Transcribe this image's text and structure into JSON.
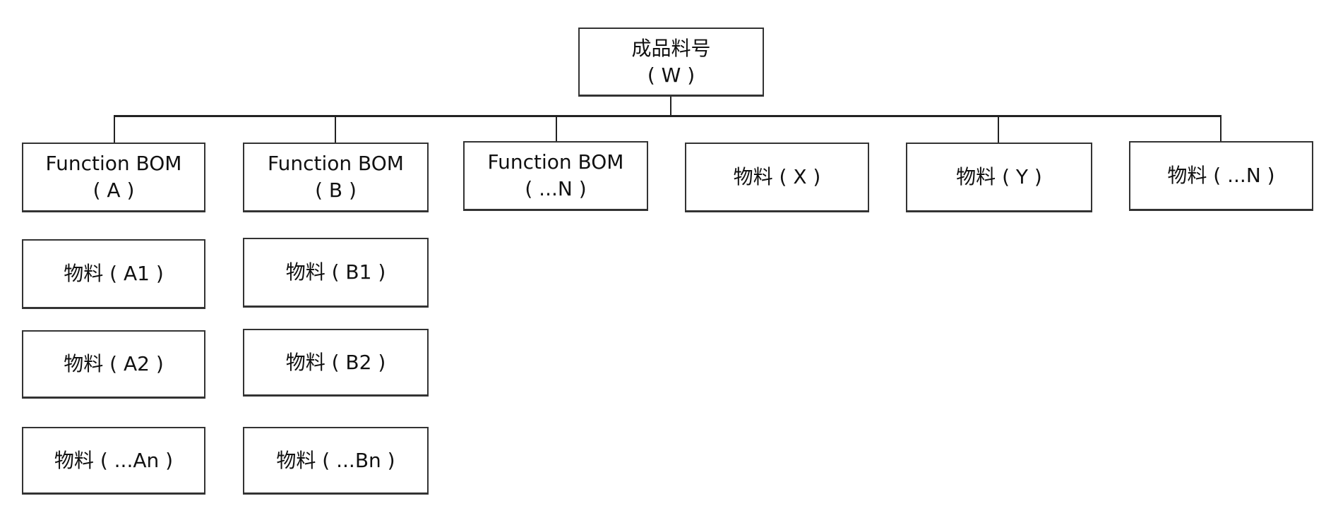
{
  "root": {
    "line1": "成品料号",
    "line2": "( W )"
  },
  "level1": [
    {
      "line1": "Function BOM",
      "line2": "( A )"
    },
    {
      "line1": "Function BOM",
      "line2": "( B )"
    },
    {
      "line1": "Function BOM",
      "line2": "( ...N )"
    },
    {
      "line1": "物料 ( X )"
    },
    {
      "line1": "物料 ( Y )"
    },
    {
      "line1": "物料 ( ...N )"
    }
  ],
  "column_a": [
    "物料 ( A1 )",
    "物料 ( A2 )",
    "物料 ( ...An )"
  ],
  "column_b": [
    "物料 ( B1 )",
    "物料 ( B2 )",
    "物料 ( ...Bn )"
  ]
}
